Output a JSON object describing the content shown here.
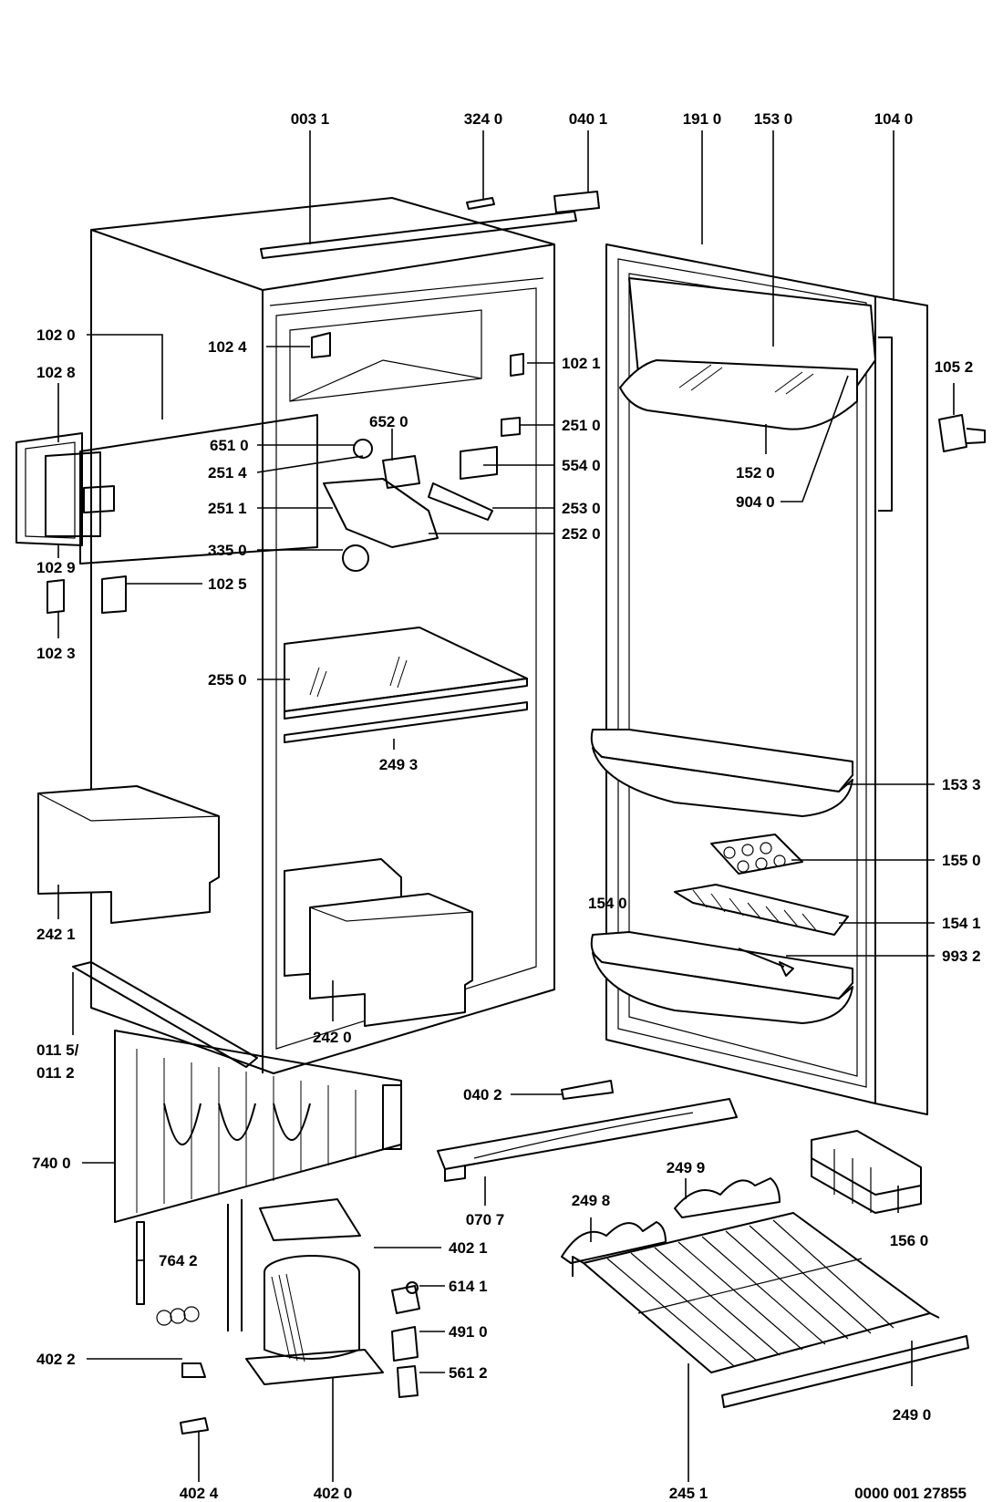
{
  "labels": [
    {
      "id": "l0031",
      "text": "003 1"
    },
    {
      "id": "l3240",
      "text": "324 0"
    },
    {
      "id": "l0401",
      "text": "040 1"
    },
    {
      "id": "l1910",
      "text": "191 0"
    },
    {
      "id": "l1530",
      "text": "153 0"
    },
    {
      "id": "l1040",
      "text": "104 0"
    },
    {
      "id": "l1020",
      "text": "102 0"
    },
    {
      "id": "l1024",
      "text": "102 4"
    },
    {
      "id": "l1021",
      "text": "102 1"
    },
    {
      "id": "l1052",
      "text": "105 2"
    },
    {
      "id": "l1028",
      "text": "102 8"
    },
    {
      "id": "l6520",
      "text": "652 0"
    },
    {
      "id": "l2510",
      "text": "251 0"
    },
    {
      "id": "l6510",
      "text": "651 0"
    },
    {
      "id": "l5540",
      "text": "554 0"
    },
    {
      "id": "l1520",
      "text": "152 0"
    },
    {
      "id": "l2514",
      "text": "251 4"
    },
    {
      "id": "l2530",
      "text": "253 0"
    },
    {
      "id": "l9040",
      "text": "904 0"
    },
    {
      "id": "l2511",
      "text": "251 1"
    },
    {
      "id": "l2520",
      "text": "252 0"
    },
    {
      "id": "l3350",
      "text": "335 0"
    },
    {
      "id": "l1029",
      "text": "102 9"
    },
    {
      "id": "l1025",
      "text": "102 5"
    },
    {
      "id": "l1023",
      "text": "102 3"
    },
    {
      "id": "l2550",
      "text": "255 0"
    },
    {
      "id": "l2493",
      "text": "249 3"
    },
    {
      "id": "l1533",
      "text": "153 3"
    },
    {
      "id": "l1550",
      "text": "155 0"
    },
    {
      "id": "l1540",
      "text": "154 0"
    },
    {
      "id": "l1541",
      "text": "154 1"
    },
    {
      "id": "l2421",
      "text": "242 1"
    },
    {
      "id": "l9932",
      "text": "993 2"
    },
    {
      "id": "l0115",
      "text": "011 5/"
    },
    {
      "id": "l0112",
      "text": "011 2"
    },
    {
      "id": "l2420",
      "text": "242 0"
    },
    {
      "id": "l0402",
      "text": "040 2"
    },
    {
      "id": "l7400",
      "text": "740 0"
    },
    {
      "id": "l2499",
      "text": "249 9"
    },
    {
      "id": "l2498",
      "text": "249 8"
    },
    {
      "id": "l0707",
      "text": "070 7"
    },
    {
      "id": "l1560",
      "text": "156 0"
    },
    {
      "id": "l4021",
      "text": "402 1"
    },
    {
      "id": "l7642",
      "text": "764 2"
    },
    {
      "id": "l6141",
      "text": "614 1"
    },
    {
      "id": "l4910",
      "text": "491 0"
    },
    {
      "id": "l4022",
      "text": "402 2"
    },
    {
      "id": "l5612",
      "text": "561 2"
    },
    {
      "id": "l2490",
      "text": "249 0"
    },
    {
      "id": "l4024",
      "text": "402 4"
    },
    {
      "id": "l4020",
      "text": "402 0"
    },
    {
      "id": "l2451",
      "text": "245 1"
    },
    {
      "id": "l_code",
      "text": "0000 001 27855"
    }
  ]
}
